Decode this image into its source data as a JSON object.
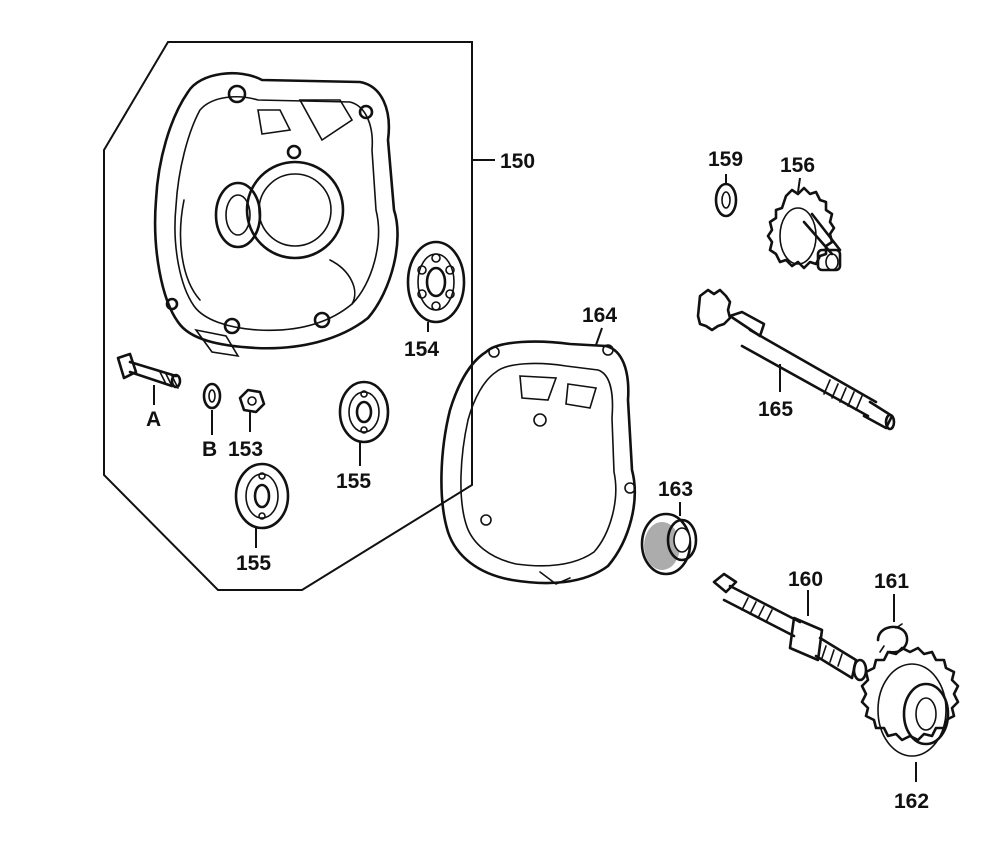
{
  "parts": {
    "p150": "150",
    "p154": "154",
    "p153": "153",
    "p155a": "155",
    "p155b": "155",
    "pA": "A",
    "pB": "B",
    "p164": "164",
    "p159": "159",
    "p156": "156",
    "p165": "165",
    "p163": "163",
    "p160": "160",
    "p161": "161",
    "p162": "162"
  },
  "colors": {
    "ink": "#111111",
    "background": "#ffffff"
  }
}
